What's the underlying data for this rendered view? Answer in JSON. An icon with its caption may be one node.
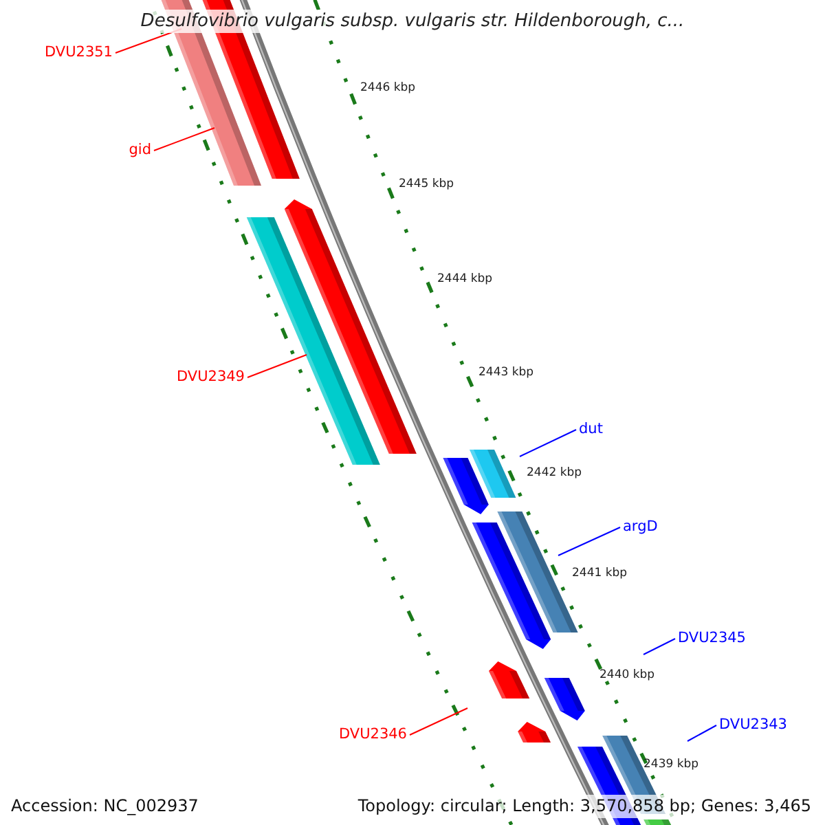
{
  "diagram": {
    "title": "Desulfovibrio vulgaris subsp. vulgaris str. Hildenborough, c...",
    "nodes": [
      {
        "text": [
          "DVU2351"
        ]
      },
      {
        "text": [
          "gid"
        ]
      },
      {
        "text": [
          "DVU2349"
        ]
      },
      {
        "text": [
          "dut"
        ]
      },
      {
        "text": [
          "argD"
        ]
      },
      {
        "text": [
          "DVU2345"
        ]
      },
      {
        "text": [
          "DVU2346"
        ]
      },
      {
        "text": [
          "DVU2343"
        ]
      }
    ],
    "edges": [
      {
        "from": 0,
        "to": null,
        "arrow": "none",
        "color": "#ff0000"
      },
      {
        "from": 1,
        "to": null,
        "arrow": "none",
        "color": "#ff0000"
      },
      {
        "from": 2,
        "to": null,
        "arrow": "none",
        "color": "#ff0000"
      },
      {
        "from": 3,
        "to": null,
        "arrow": "none",
        "color": "#0000ff"
      },
      {
        "from": 4,
        "to": null,
        "arrow": "none",
        "color": "#0000ff"
      },
      {
        "from": 5,
        "to": null,
        "arrow": "none",
        "color": "#0000ff"
      },
      {
        "from": 6,
        "to": null,
        "arrow": "none",
        "color": "#ff0000"
      },
      {
        "from": 7,
        "to": null,
        "arrow": "none",
        "color": "#0000ff"
      }
    ],
    "labels": [
      "2446 kbp",
      "2445 kbp",
      "2444 kbp",
      "2443 kbp",
      "2442 kbp",
      "2441 kbp",
      "2440 kbp",
      "2439 kbp",
      "Accession: NC_002937",
      "Topology: circular; Length: 3,570,858 bp; Genes: 3,465"
    ]
  }
}
